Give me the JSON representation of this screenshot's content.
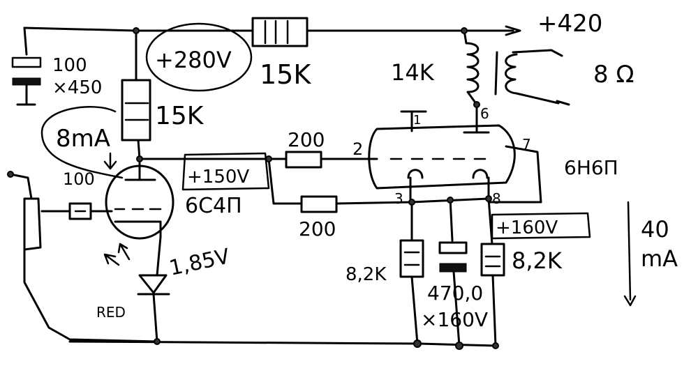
{
  "labels": {
    "supply_voltage": "+420",
    "coupling_cap": "100\n×450",
    "pentode_anode_voltage": "+280V",
    "series_resistor": "15K",
    "triode_anode_resistor": "15K",
    "triode_current": "8mA",
    "transformer_primary": "14K",
    "speaker_impedance": "8 Ω",
    "grid_resistor_top": "200",
    "grid_resistor_bottom": "200",
    "triode_anode_voltage": "+150V",
    "cathode_voltage": "+160V",
    "tube_pentode": "6H6П",
    "tube_triode": "6C4П",
    "triode_grid_resistor": "100",
    "led_voltage": "1,85V",
    "led_label": "RED",
    "cathode_resistor_left": "8,2K",
    "cathode_resistor_right": "8,2K",
    "cathode_cap": "470,0\n×160V",
    "total_current": "40\nmA",
    "pin_1": "1",
    "pin_2": "2",
    "pin_3": "3",
    "pin_6": "6",
    "pin_7": "7",
    "pin_8": "8"
  }
}
